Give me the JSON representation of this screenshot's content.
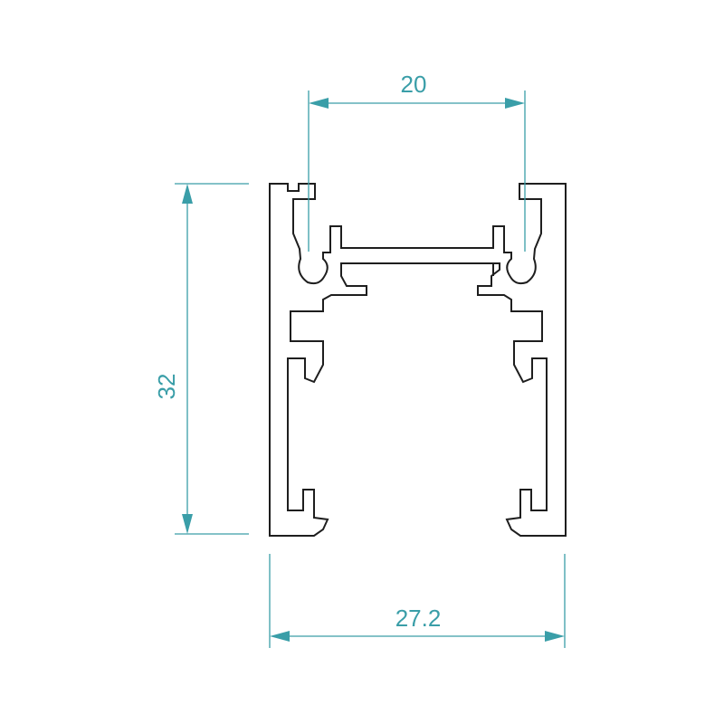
{
  "colors": {
    "dimension": "#3a9ea8",
    "profile_outline": "#1e1e1e",
    "background": "#ffffff"
  },
  "dimensions": {
    "top_width": "20",
    "height": "32",
    "bottom_width": "27.2"
  }
}
